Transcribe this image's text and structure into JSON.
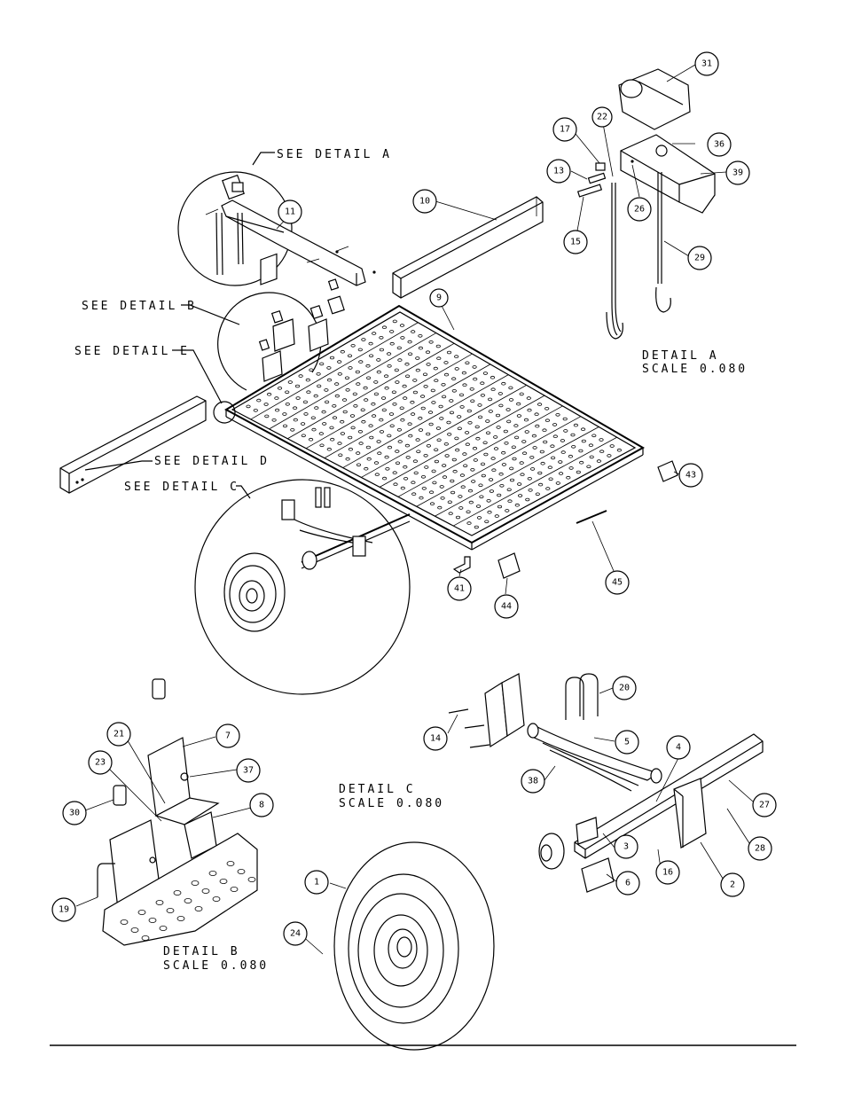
{
  "detail_labels": {
    "see_detail_a": "SEE DETAIL  A",
    "see_detail_b": "SEE DETAIL  B",
    "see_detail_c": "SEE DETAIL  C",
    "see_detail_d": "SEE DETAIL  D",
    "see_detail_e": "SEE DETAIL  E"
  },
  "detail_titles": {
    "a_title": "DETAIL  A",
    "a_scale": "SCALE  0.080",
    "b_title": "DETAIL  B",
    "b_scale": "SCALE  0.080",
    "c_title": "DETAIL  C",
    "c_scale": "SCALE  0.080"
  },
  "callouts": {
    "c1": "1",
    "c2": "2",
    "c3": "3",
    "c4": "4",
    "c5": "5",
    "c6": "6",
    "c7": "7",
    "c8": "8",
    "c9": "9",
    "c10": "10",
    "c11": "11",
    "c13": "13",
    "c14": "14",
    "c15": "15",
    "c16": "16",
    "c17": "17",
    "c19": "19",
    "c20": "20",
    "c21": "21",
    "c22": "22",
    "c23": "23",
    "c24": "24",
    "c26": "26",
    "c27": "27",
    "c28": "28",
    "c29": "29",
    "c30": "30",
    "c31": "31",
    "c36": "36",
    "c37": "37",
    "c38": "38",
    "c39": "39",
    "c41": "41",
    "c43": "43",
    "c44": "44",
    "c45": "45"
  }
}
